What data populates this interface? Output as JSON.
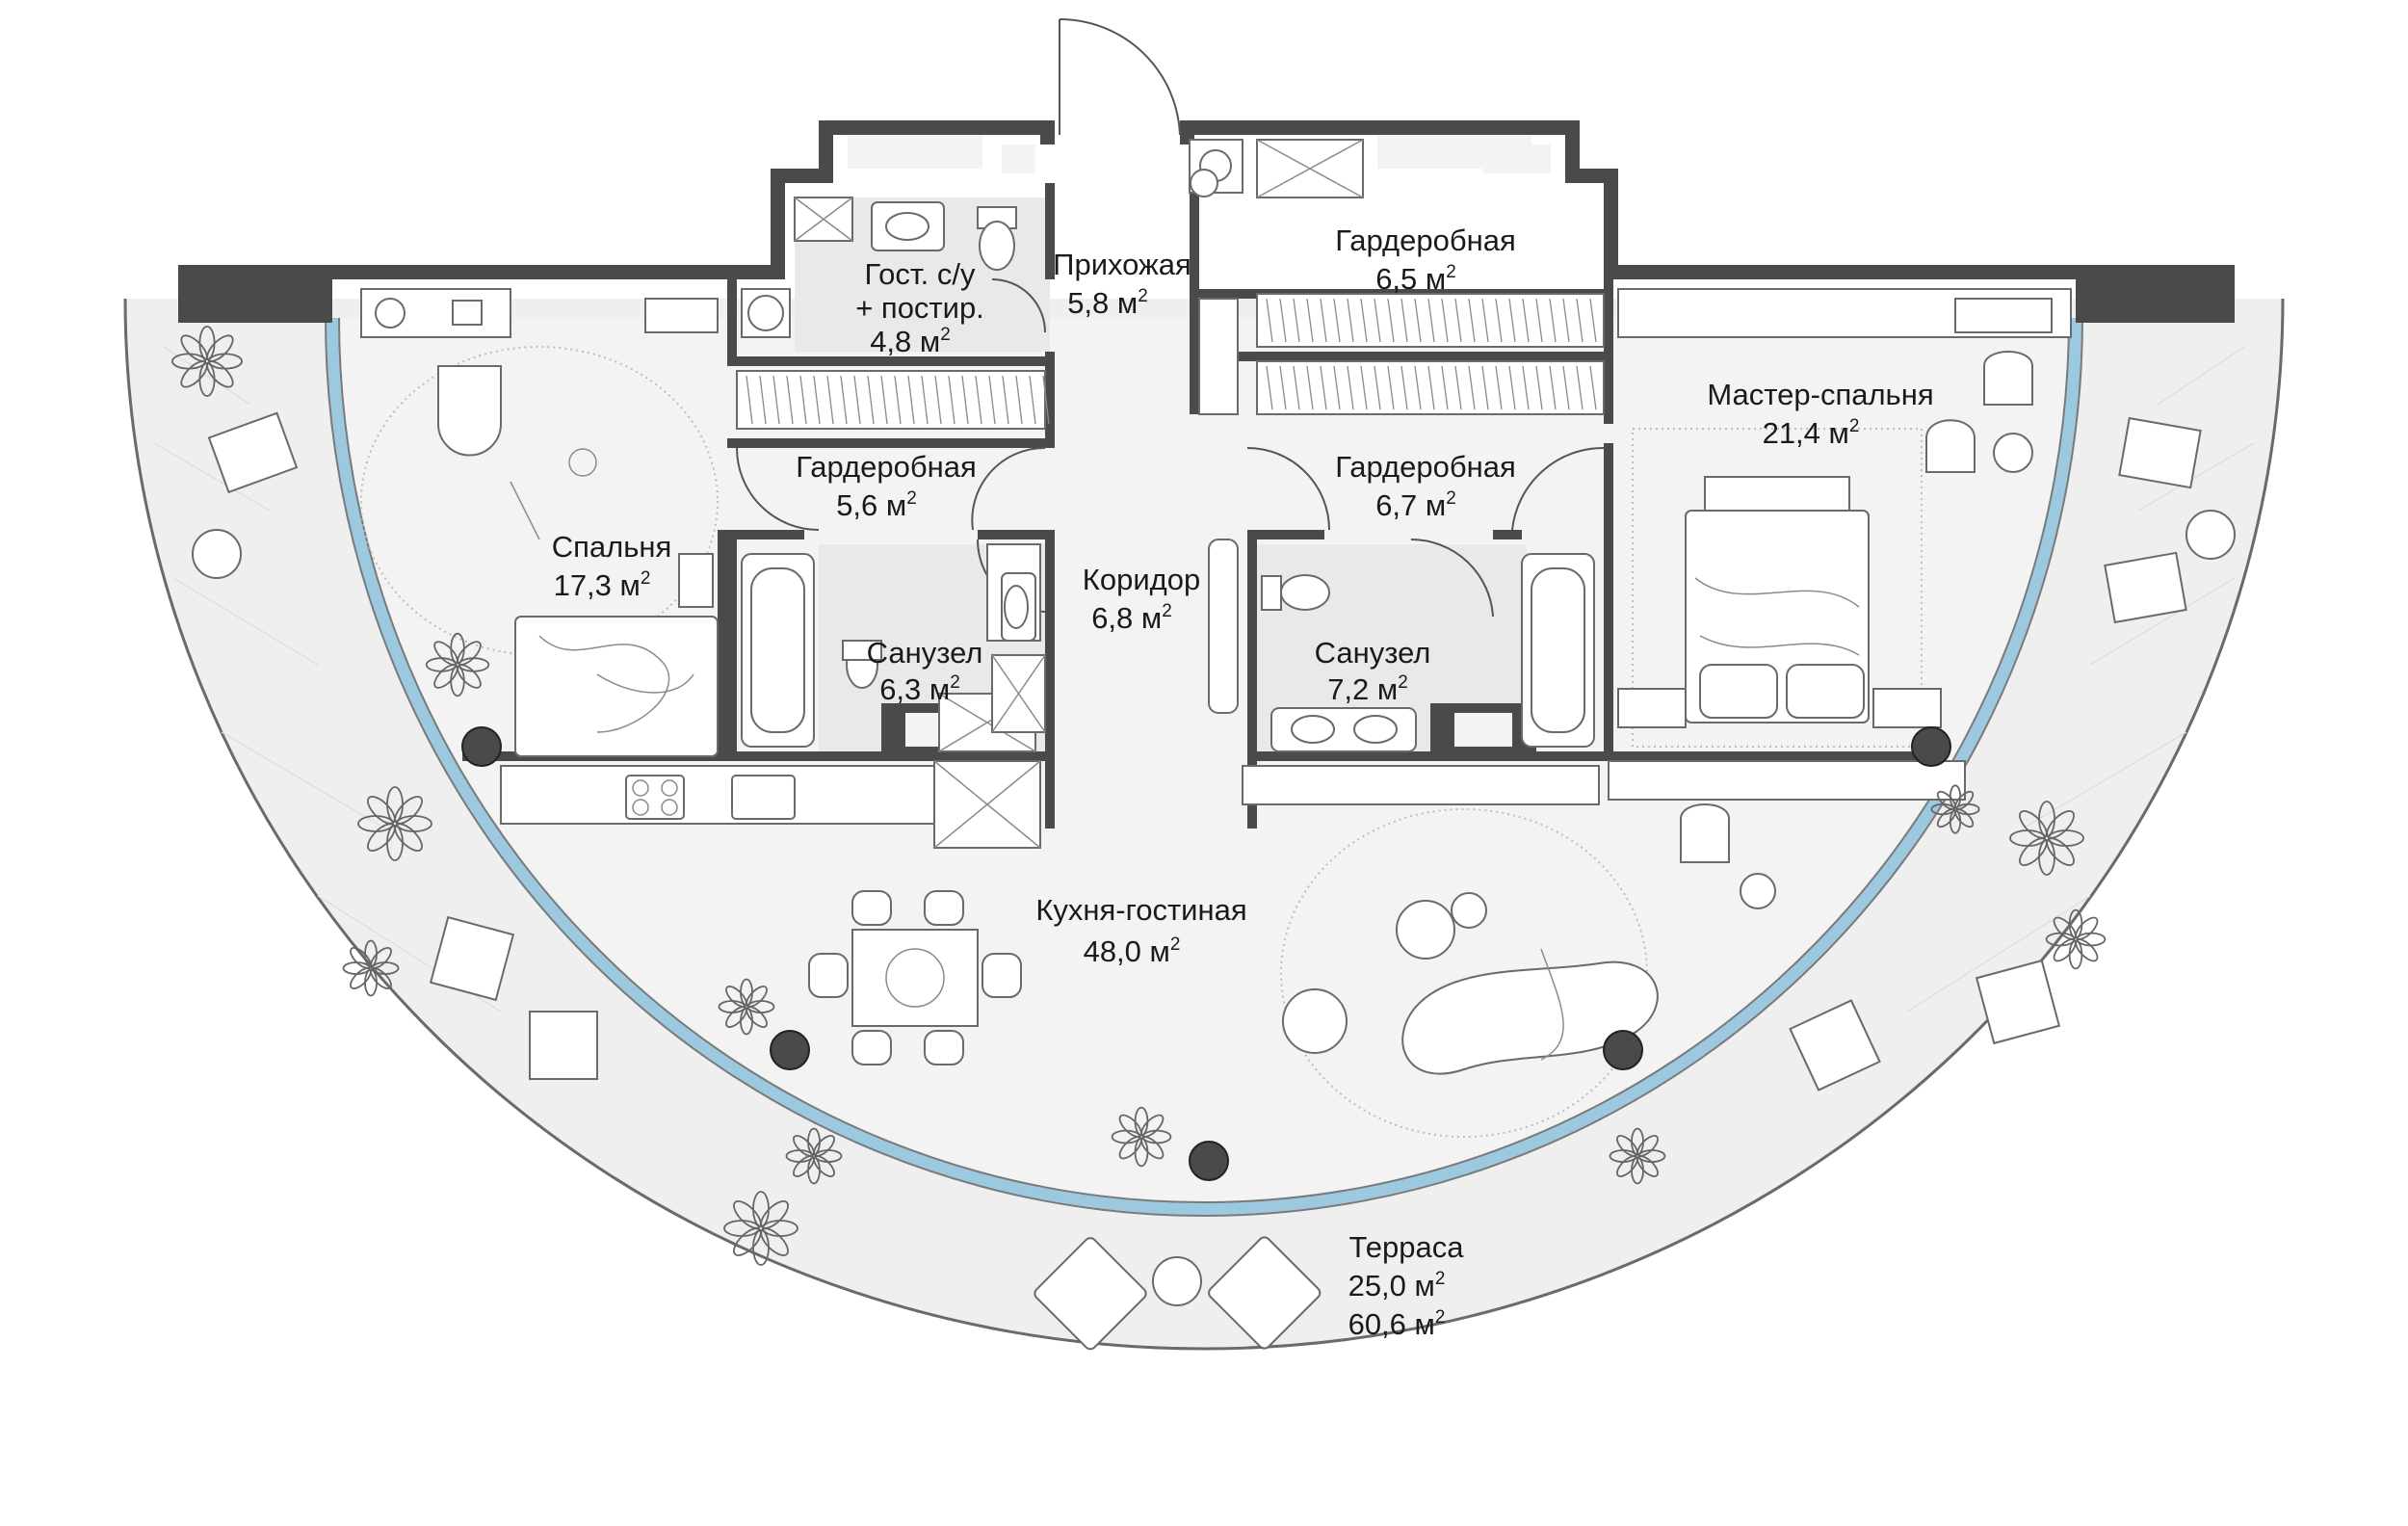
{
  "rooms": {
    "hall": {
      "name": "Прихожая",
      "area": "5,8 м",
      "sup": "2"
    },
    "guest_wc": {
      "name_line1": "Гост. с/у",
      "name_line2": "+ постир.",
      "area": "4,8 м",
      "sup": "2"
    },
    "wardrobe_tr": {
      "name": "Гардеробная",
      "area": "6,5 м",
      "sup": "2"
    },
    "wardrobe_l": {
      "name": "Гардеробная",
      "area": "5,6 м",
      "sup": "2"
    },
    "wardrobe_r": {
      "name": "Гардеробная",
      "area": "6,7 м",
      "sup": "2"
    },
    "bedroom": {
      "name": "Спальня",
      "area": "17,3 м",
      "sup": "2"
    },
    "master": {
      "name": "Мастер-спальня",
      "area": "21,4 м",
      "sup": "2"
    },
    "corridor": {
      "name": "Коридор",
      "area": "6,8 м",
      "sup": "2"
    },
    "bath_l": {
      "name": "Санузел",
      "area": "6,3 м",
      "sup": "2"
    },
    "bath_r": {
      "name": "Санузел",
      "area": "7,2 м",
      "sup": "2"
    },
    "living": {
      "name": "Кухня-гостиная",
      "area": "48,0 м",
      "sup": "2"
    },
    "terrace": {
      "name": "Терраса",
      "area": "25,0 м",
      "area_total": "60,6 м",
      "sup": "2"
    }
  },
  "colors": {
    "wall": "#4a4a4a",
    "floor": "#f3f3f3",
    "glass": "#9cc9df",
    "column": "#4a4a4a"
  }
}
